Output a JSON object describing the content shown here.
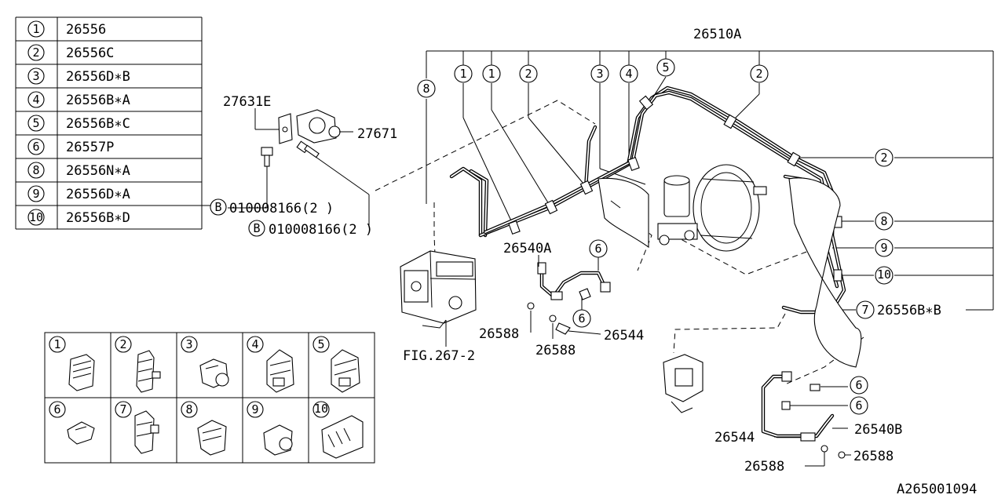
{
  "legend_table": {
    "rows": [
      {
        "key": "1",
        "part": "26556"
      },
      {
        "key": "2",
        "part": "26556C"
      },
      {
        "key": "3",
        "part": "26556D∗B"
      },
      {
        "key": "4",
        "part": "26556B∗A"
      },
      {
        "key": "5",
        "part": "26556B∗C"
      },
      {
        "key": "6",
        "part": "26557P"
      },
      {
        "key": "8",
        "part": "26556N∗A"
      },
      {
        "key": "9",
        "part": "26556D∗A"
      },
      {
        "key": "10",
        "part": "26556B∗D"
      }
    ]
  },
  "clip_grid": {
    "keys": [
      "1",
      "2",
      "3",
      "4",
      "5",
      "6",
      "7",
      "8",
      "9",
      "10"
    ]
  },
  "labels": {
    "main_pipe_kit": "26510A",
    "bracket": "27631E",
    "valve": "27671",
    "bolt_b_1": "010008166(2 )",
    "bolt_b_2": "010008166(2 )",
    "bolt_marker": "B",
    "front_hose": "26540A",
    "rear_hose": "26540B",
    "washer_1": "26588",
    "washer_2": "26588",
    "washer_3": "26588",
    "washer_4": "26588",
    "bolt_front": "26544",
    "bolt_rear": "26544",
    "fig_ref": "FIG.267-2",
    "clip_7_part": "26556B∗B",
    "diagram_id": "A265001094"
  },
  "callouts": {
    "top": [
      "8",
      "1",
      "1",
      "2",
      "3",
      "4",
      "5",
      "2"
    ],
    "right": [
      "2",
      "8",
      "9",
      "10",
      "7"
    ],
    "hose_clips": [
      "6",
      "6",
      "6",
      "6"
    ]
  }
}
